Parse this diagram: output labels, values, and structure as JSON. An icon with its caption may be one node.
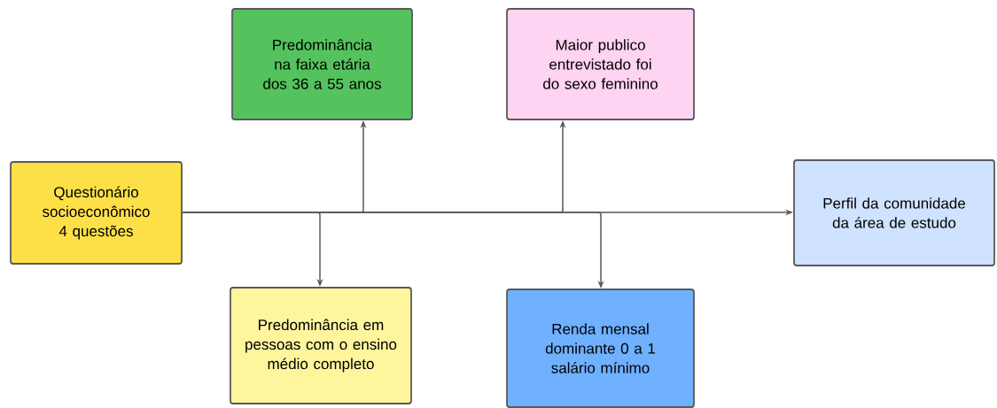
{
  "diagram": {
    "nodes": [
      {
        "text": [
          "Questionário socioeconômico 4 questões"
        ]
      },
      {
        "text": [
          "Predominância na faixa etária dos 36 a 55 anos"
        ]
      },
      {
        "text": [
          "Maior publico entrevistado foi do sexo feminino"
        ]
      },
      {
        "text": [
          "Perfil da comunidade da área de estudo"
        ]
      },
      {
        "text": [
          "Predominância em pessoas com o ensino médio completo"
        ]
      },
      {
        "text": [
          "Renda mensal dominante 0 a 1 salário mínimo"
        ]
      }
    ],
    "edges": [
      {
        "from": 0,
        "to": 3,
        "arrow": "to"
      },
      {
        "from": 0,
        "to": 1,
        "arrow": "to"
      },
      {
        "from": 0,
        "to": 2,
        "arrow": "to"
      },
      {
        "from": 0,
        "to": 4,
        "arrow": "to"
      },
      {
        "from": 0,
        "to": 5,
        "arrow": "to"
      }
    ]
  }
}
